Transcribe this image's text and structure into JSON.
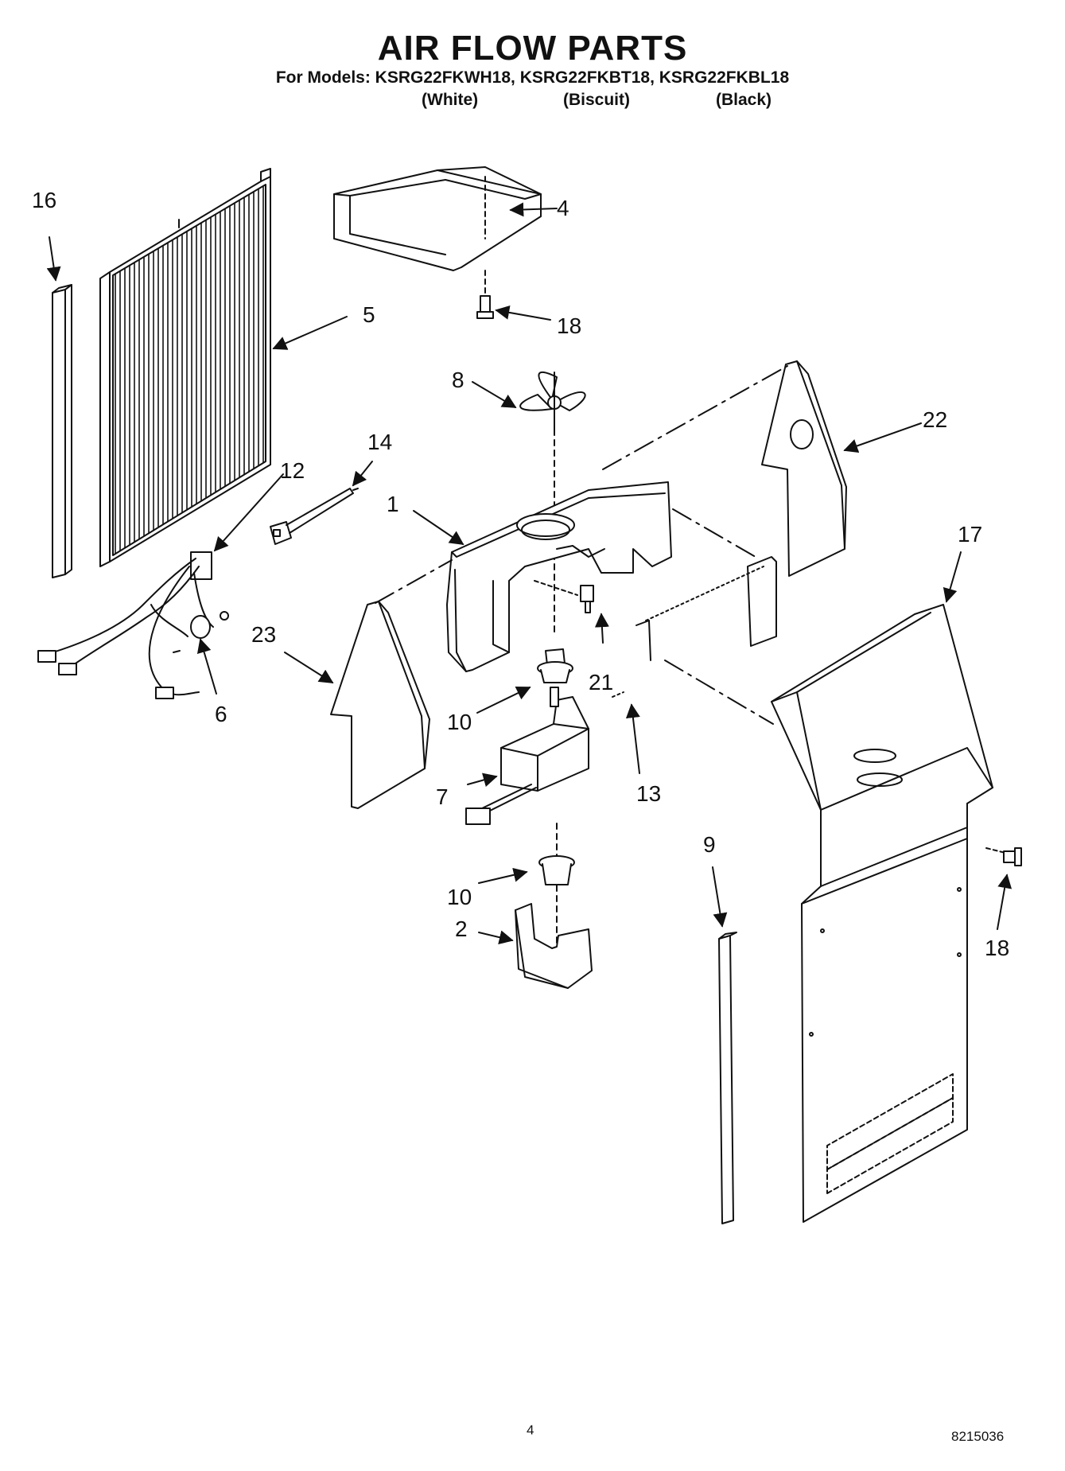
{
  "header": {
    "title": "AIR FLOW PARTS",
    "models_line": "For Models: KSRG22FKWH18, KSRG22FKBT18, KSRG22FKBL18",
    "variants": [
      "(White)",
      "(Biscuit)",
      "(Black)"
    ]
  },
  "callouts": [
    "16",
    "4",
    "5",
    "18",
    "8",
    "22",
    "14",
    "12",
    "1",
    "17",
    "23",
    "6",
    "21",
    "10",
    "13",
    "7",
    "9",
    "10",
    "2",
    "18"
  ],
  "footer": {
    "page_number": "4",
    "document_number": "8215036"
  }
}
